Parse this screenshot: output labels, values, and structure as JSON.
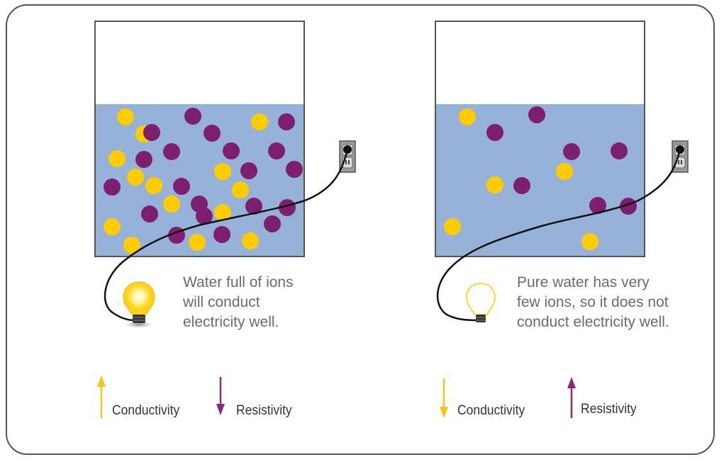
{
  "colors": {
    "ion_yellow": "#ffcc00",
    "ion_purple": "#7e1e6e",
    "water": "#96b2d8",
    "conductivity_arrow": "#f5c518",
    "resistivity_arrow": "#8b2a74"
  },
  "left_panel": {
    "caption": "Water full of ions\nwill conduct\nelectricity well.",
    "conductivity_label": "Conductivity",
    "resistivity_label": "Resistivity",
    "conductivity_direction": "up",
    "resistivity_direction": "down",
    "bulb_state": "lit",
    "icons": [
      "outlet-icon",
      "lit-bulb-icon",
      "up-arrow-icon",
      "down-arrow-icon"
    ]
  },
  "right_panel": {
    "caption": "Pure water has very\nfew ions, so it does not\nconduct electricity well.",
    "conductivity_label": "Conductivity",
    "resistivity_label": "Resistivity",
    "conductivity_direction": "down",
    "resistivity_direction": "up",
    "bulb_state": "unlit",
    "icons": [
      "outlet-icon",
      "unlit-bulb-icon",
      "down-arrow-icon",
      "up-arrow-icon"
    ]
  }
}
